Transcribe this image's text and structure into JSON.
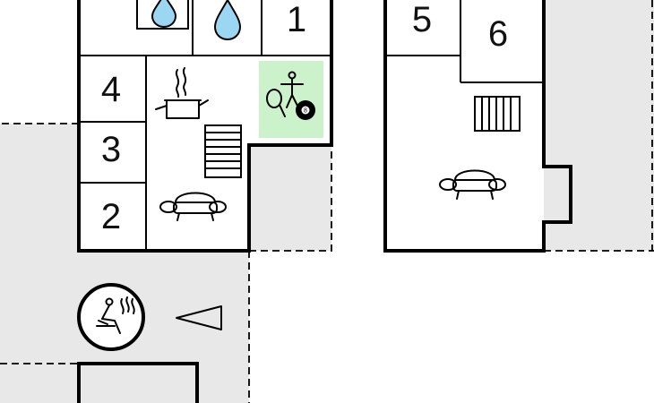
{
  "rooms": {
    "r1": "1",
    "r2": "2",
    "r3": "3",
    "r4": "4",
    "r5": "5",
    "r6": "6"
  },
  "colors": {
    "outdoor": "#e8e8e8",
    "activity_highlight": "#ccf2cc",
    "water": "#9bd7f2",
    "wall": "#000000"
  },
  "icons": [
    "water-drop-icon",
    "cooking-pot-icon",
    "table-tennis-billiards-icon",
    "staircase-icon",
    "sofa-icon",
    "sauna-icon",
    "direction-arrow-icon"
  ]
}
